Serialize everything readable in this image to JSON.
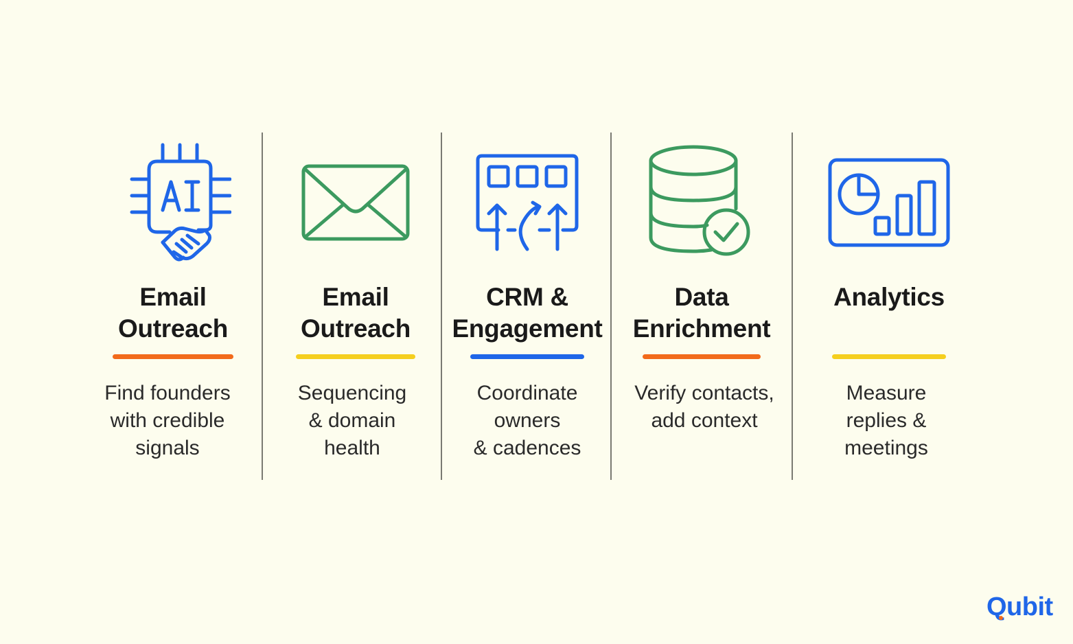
{
  "colors": {
    "background": "#fdfdee",
    "blue": "#1f66e8",
    "green": "#3c9a5f",
    "orange": "#f26a1b",
    "yellow": "#f5cf1e",
    "divider": "#7a7a72"
  },
  "columns": [
    {
      "icon": "ai-handshake-chip-icon",
      "icon_text": "AI",
      "title": [
        "Email",
        "Outreach"
      ],
      "accent": "#f26a1b",
      "description": [
        "Find founders",
        "with credible",
        "signals"
      ]
    },
    {
      "icon": "envelope-icon",
      "title": [
        "Email",
        "Outreach"
      ],
      "accent": "#f5cf1e",
      "description": [
        "Sequencing",
        "& domain",
        "health"
      ]
    },
    {
      "icon": "workflow-board-icon",
      "title": [
        "CRM &",
        "Engagement"
      ],
      "accent": "#1f66e8",
      "description": [
        "Coordinate",
        "owners",
        "& cadences"
      ]
    },
    {
      "icon": "database-check-icon",
      "title": [
        "Data",
        "Enrichment"
      ],
      "accent": "#f26a1b",
      "description": [
        "Verify contacts,",
        "add context"
      ]
    },
    {
      "icon": "analytics-dashboard-icon",
      "title": [
        "Analytics"
      ],
      "accent": "#f5cf1e",
      "description": [
        "Measure",
        "replies &",
        "meetings"
      ]
    }
  ],
  "brand": {
    "logo_text": "Qubit"
  }
}
